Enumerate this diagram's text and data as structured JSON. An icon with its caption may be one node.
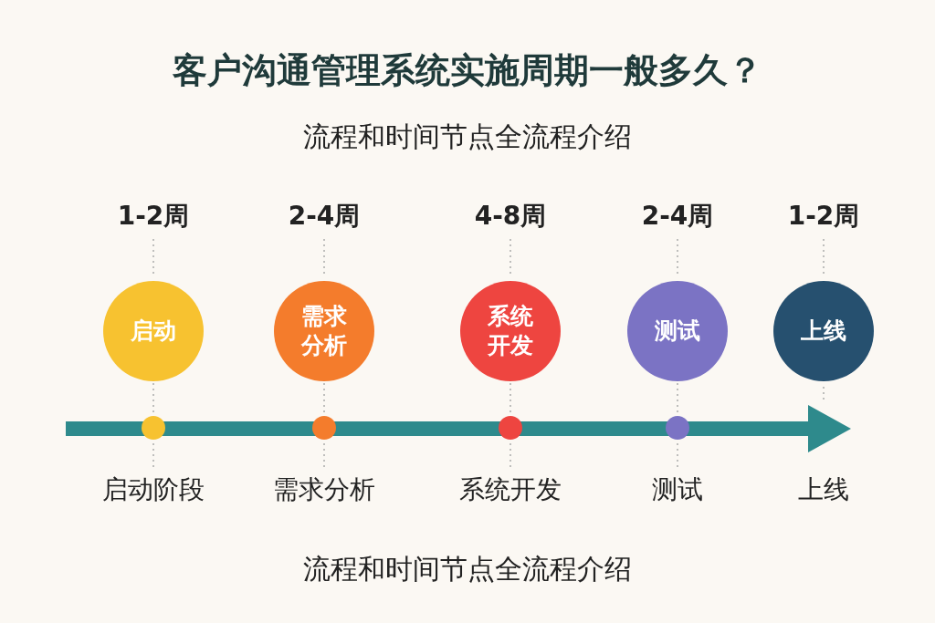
{
  "diagram": {
    "title": "客户沟通管理系统实施周期一般多久？",
    "caption": "流程和时间节点全流程介绍",
    "nodes": [
      {
        "text": [
          "启动"
        ],
        "beside": [
          "1-2周"
        ]
      },
      {
        "text": [
          "需求分析"
        ],
        "beside": [
          "2-4周"
        ]
      },
      {
        "text": [
          "系统开发"
        ],
        "beside": [
          "4-8周"
        ]
      },
      {
        "text": [
          "测试"
        ],
        "beside": [
          "2-4周"
        ]
      },
      {
        "text": [
          "上线"
        ],
        "beside": [
          "1-2周"
        ]
      },
      {
        "text": [],
        "shape": "circle",
        "beside": [
          "启动阶段"
        ]
      },
      {
        "text": [],
        "shape": "circle",
        "beside": [
          "需求分析"
        ]
      },
      {
        "text": [],
        "shape": "circle",
        "beside": [
          "系统开发"
        ]
      },
      {
        "text": [],
        "shape": "circle",
        "beside": [
          "测试"
        ]
      }
    ],
    "edges": [
      {
        "from": 0,
        "to": 5,
        "arrow": "none",
        "style": "dashed"
      },
      {
        "from": 1,
        "to": 6,
        "arrow": "none",
        "style": "dashed"
      },
      {
        "from": 2,
        "to": 7,
        "arrow": "none",
        "style": "dashed"
      },
      {
        "from": 3,
        "to": 8,
        "arrow": "none",
        "style": "dashed"
      }
    ],
    "labels": [
      "流程和时间节点全流程介绍",
      "上线"
    ]
  }
}
